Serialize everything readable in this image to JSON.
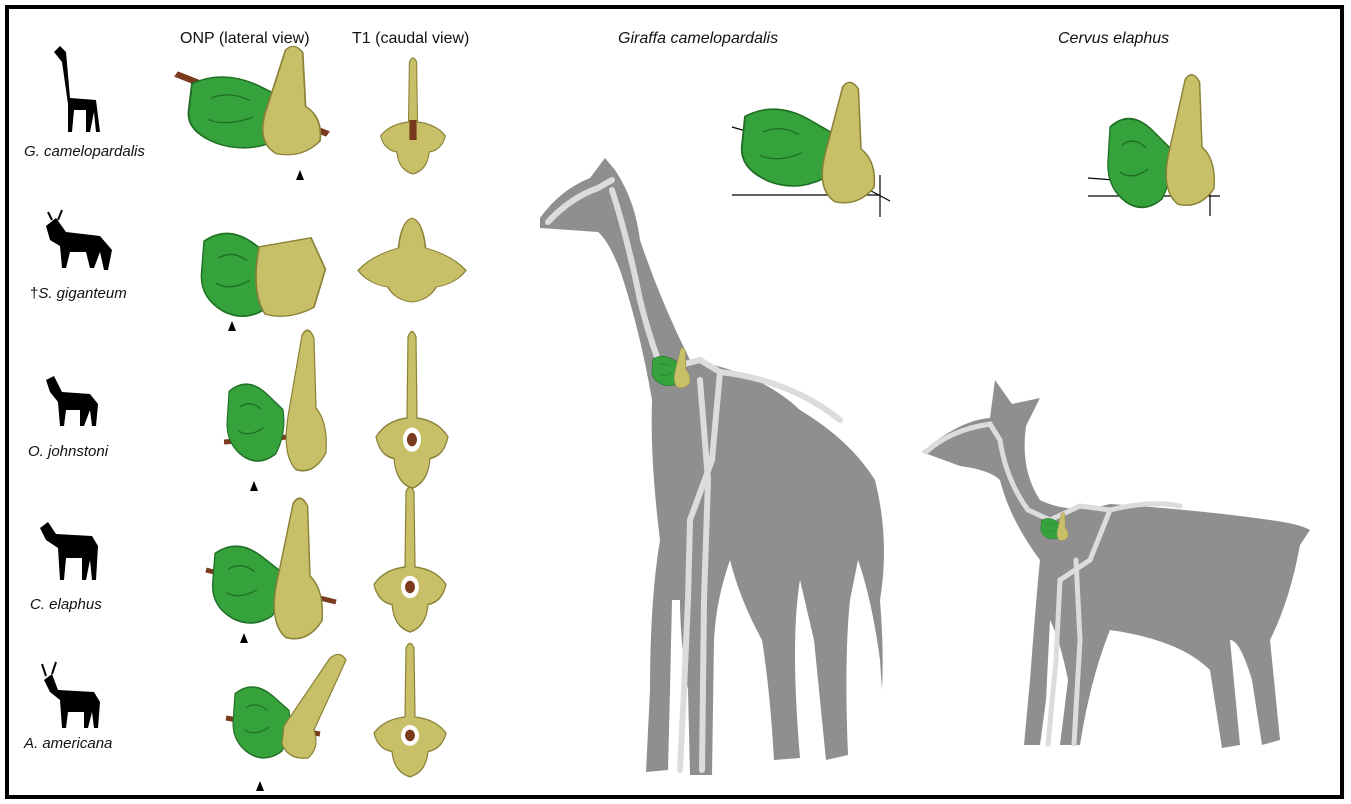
{
  "headers": {
    "onp": "ONP (lateral view)",
    "t1": "T1 (caudal view)",
    "giraffe": "Giraffa camelopardalis",
    "deer": "Cervus elaphus"
  },
  "species": [
    {
      "prefix": "",
      "name": "G. camelopardalis",
      "silhouette": "giraffe-silhouette-icon"
    },
    {
      "prefix": "†",
      "name": "S. giganteum",
      "silhouette": "sivatherium-silhouette-icon"
    },
    {
      "prefix": "",
      "name": "O. johnstoni",
      "silhouette": "okapi-silhouette-icon"
    },
    {
      "prefix": "",
      "name": "C. elaphus",
      "silhouette": "red-deer-silhouette-icon"
    },
    {
      "prefix": "",
      "name": "A. americana",
      "silhouette": "pronghorn-silhouette-icon"
    }
  ],
  "colors": {
    "c7_vertebra": "#35a23b",
    "t1_vertebra": "#c8c068",
    "body_silhouette": "#8f8f8f",
    "skeleton": "#dcdcdc",
    "rod": "#7a3a1e"
  },
  "icons": [
    "arrowhead-marker-icon"
  ]
}
